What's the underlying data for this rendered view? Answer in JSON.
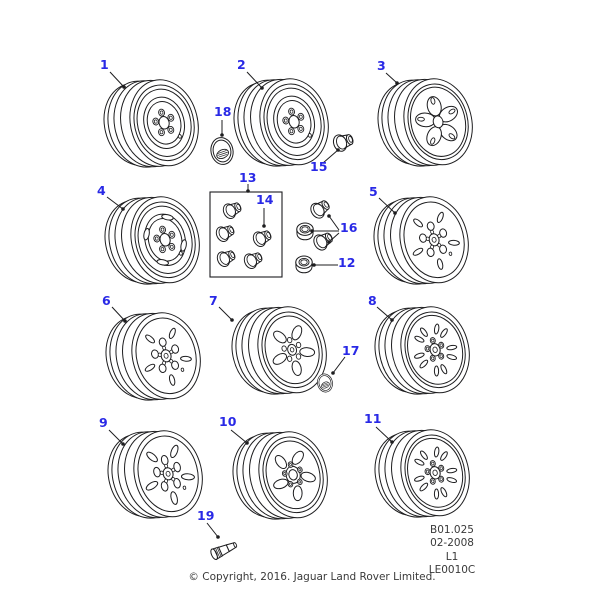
{
  "colors": {
    "callout_blue": "#2929e6",
    "line_art": "#1d1d1f",
    "background": "#ffffff"
  },
  "callouts": {
    "1": "1",
    "2": "2",
    "3": "3",
    "4": "4",
    "5": "5",
    "6": "6",
    "7": "7",
    "8": "8",
    "9": "9",
    "10": "10",
    "11": "11",
    "12": "12",
    "13": "13",
    "14": "14",
    "15": "15",
    "16": "16",
    "17": "17",
    "18": "18",
    "19": "19"
  },
  "ref_block": {
    "lines": [
      "B01.025",
      "02-2008",
      "L1",
      "LE0010C"
    ]
  },
  "copyright": "© Copyright, 2016. Jaguar Land Rover Limited."
}
